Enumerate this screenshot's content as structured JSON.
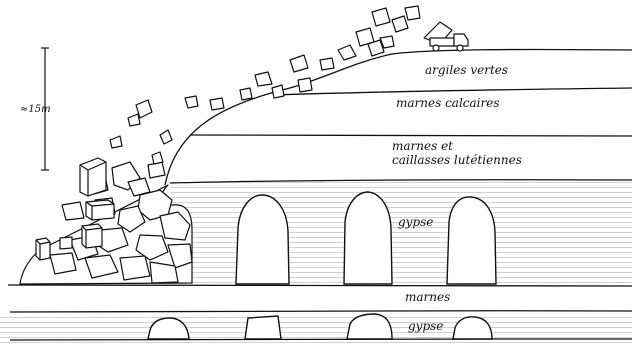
{
  "labels": {
    "scale": "≈15m",
    "argiles": "argiles vertes",
    "marnes_calcaires": "marnes calcaires",
    "marnes_et_1": "marnes et",
    "marnes_et_2": "caillasses lutétiennes",
    "gypse_upper": "gypse",
    "marnes": "marnes",
    "gypse_lower": "gypse"
  },
  "icons": {
    "truck": "dump-truck-icon"
  }
}
